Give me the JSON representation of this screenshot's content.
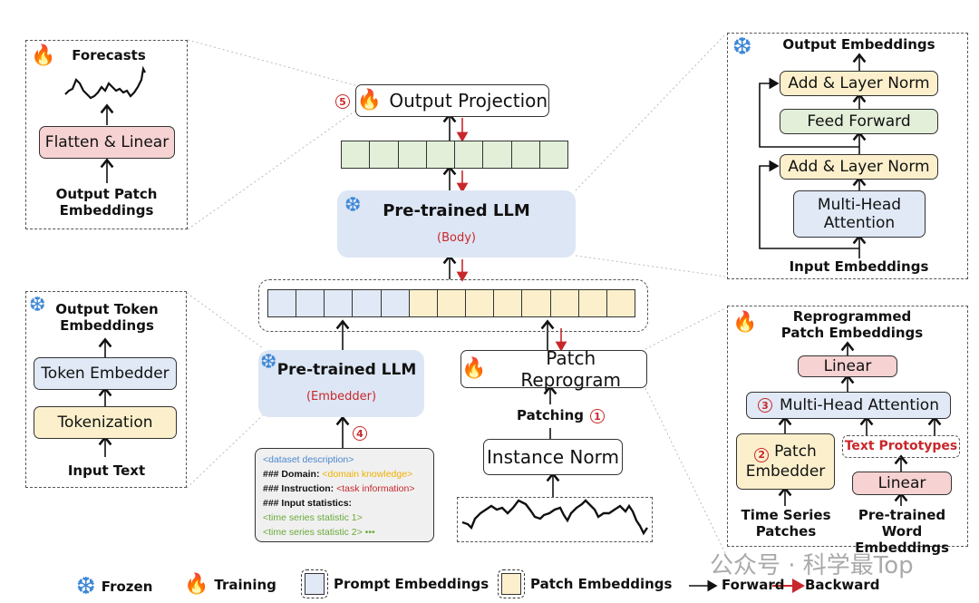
{
  "output_head_panel": {
    "status_icon": "fire-icon",
    "title": "Forecasts",
    "block": "Flatten & Linear",
    "input": "Output Patch Embeddings",
    "input_line1": "Output Patch",
    "input_line2": "Embeddings"
  },
  "center": {
    "output_projection": {
      "step": "5",
      "icon": "fire-icon",
      "label": "Output Projection"
    },
    "output_cells": 8,
    "llm_body": {
      "icon": "snowflake-icon",
      "title": "Pre-trained LLM",
      "subtitle": "(Body)"
    },
    "input_sequence": {
      "prompt_cells": 5,
      "patch_cells": 8
    },
    "llm_embedder": {
      "icon": "snowflake-icon",
      "title": "Pre-trained LLM",
      "subtitle": "(Embedder)",
      "step": "4"
    },
    "patch_reprogram": {
      "icon": "fire-icon",
      "label": "Patch Reprogram"
    },
    "patching": {
      "label": "Patching",
      "step": "1"
    },
    "instance_norm": "Instance Norm",
    "prompt": {
      "line1": "<dataset description>",
      "line2_prefix": "### Domain:",
      "line2_value": "<domain knowledge>",
      "line3_prefix": "### Instruction:",
      "line3_value": "<task information>",
      "line4": "### Input statistics:",
      "line5": "<time series statistic 1>",
      "line6": "<time series statistic 2>",
      "ellipsis": "•••"
    }
  },
  "transformer_panel": {
    "status_icon": "snowflake-icon",
    "output": "Output Embeddings",
    "add_norm_top": "Add & Layer Norm",
    "feed_forward": "Feed Forward",
    "add_norm_bottom": "Add & Layer Norm",
    "attention_line1": "Multi-Head",
    "attention_line2": "Attention",
    "input": "Input Embeddings"
  },
  "embedder_panel": {
    "status_icon": "snowflake-icon",
    "output_line1": "Output Token",
    "output_line2": "Embeddings",
    "token_embedder": "Token Embedder",
    "tokenization": "Tokenization",
    "input": "Input Text"
  },
  "reprogram_panel": {
    "status_icon": "fire-icon",
    "output_line1": "Reprogrammed",
    "output_line2": "Patch Embeddings",
    "linear_top": "Linear",
    "attention": "Multi-Head Attention",
    "attention_step": "3",
    "patch_embedder_line1": "Patch",
    "patch_embedder_line2": "Embedder",
    "patch_embedder_step": "2",
    "text_prototypes": "Text Prototypes",
    "linear_bottom": "Linear",
    "ts_line1": "Time Series",
    "ts_line2": "Patches",
    "word_line1": "Pre-trained",
    "word_line2": "Word Embeddings"
  },
  "legend": {
    "frozen": "Frozen",
    "training": "Training",
    "prompt_embeddings": "Prompt Embeddings",
    "patch_embeddings": "Patch Embeddings",
    "forward": "Forward",
    "backward": "Backward"
  },
  "watermark": "公众号 · 科学最Top",
  "colors": {
    "frozen_blue": "#3a86d6",
    "backward_red": "#c8282b",
    "prompt_fill": "#e0e9f5",
    "patch_fill": "#fcf0cc",
    "output_fill": "#e3efd9",
    "linear_fill": "#f6d2d2"
  },
  "icons": {
    "fire": "🔥",
    "snowflake": "❆"
  }
}
